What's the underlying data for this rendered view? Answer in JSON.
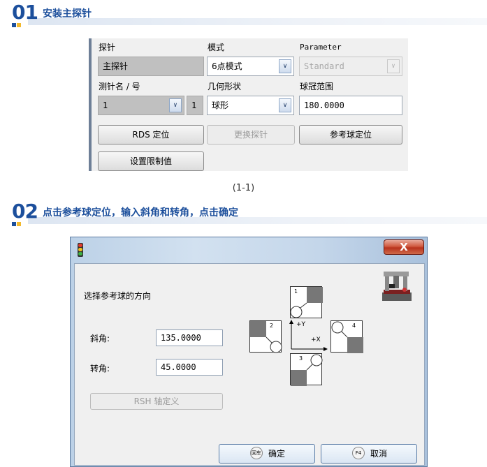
{
  "step1": {
    "number": "01",
    "title": "安装主探针"
  },
  "panel1": {
    "probe_label": "探针",
    "mode_label": "模式",
    "parameter_label": "Parameter",
    "probe_value": "主探针",
    "mode_value": "6点模式",
    "parameter_value": "Standard",
    "probe_name_label": "测针名 / 号",
    "geometry_label": "几何形状",
    "ball_range_label": "球冠范围",
    "probe_name_value": "1",
    "probe_number_value": "1",
    "geometry_value": "球形",
    "ball_range_value": "180.0000",
    "rds_button": "RDS 定位",
    "change_probe_button": "更换探针",
    "ref_sphere_button": "参考球定位",
    "limit_button": "设置限制值",
    "dropdown_arrow": "∨"
  },
  "caption": "(1-1)",
  "step2": {
    "number": "02",
    "title": "点击参考球定位，输入斜角和转角，点击确定"
  },
  "dialog": {
    "close_glyph": "X",
    "instruction": "选择参考球的方向",
    "tilt_label": "斜角:",
    "tilt_value": "135.0000",
    "rotation_label": "转角:",
    "rotation_value": "45.0000",
    "rsh_button": "RSH 轴定义",
    "axis_y": "+Y",
    "axis_x": "+X",
    "quadrants": [
      "1",
      "2",
      "3",
      "4"
    ],
    "ok_key": "回车",
    "ok_button": "确定",
    "cancel_key": "F4",
    "cancel_button": "取消"
  },
  "colors": {
    "heading": "#1c4f9c",
    "accent": "#f2b92c",
    "close": "#c0402a"
  }
}
